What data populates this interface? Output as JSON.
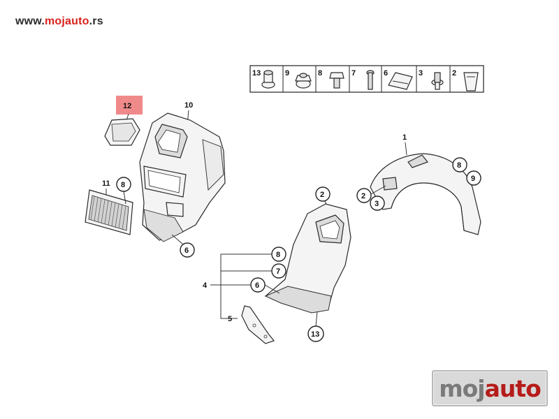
{
  "header": {
    "url_prefix": "www.",
    "url_brand": "mojauto",
    "url_suffix": ".rs"
  },
  "fastener_strip": [
    "13",
    "9",
    "8",
    "7",
    "6",
    "3",
    "2"
  ],
  "callouts": {
    "c12": "12",
    "c10": "10",
    "c11": "11",
    "c8a": "8",
    "c6a": "6",
    "c1": "1",
    "c8b": "8",
    "c9": "9",
    "c2a": "2",
    "c3": "3",
    "c2b": "2",
    "c8c": "8",
    "c7": "7",
    "c6b": "6",
    "c4": "4",
    "c5": "5",
    "c13": "13"
  },
  "watermark": {
    "left": "moj",
    "right": "auto"
  },
  "colors": {
    "brand_red": "#d8211c",
    "highlight": "#f08a8a",
    "watermark_red": "#b51c1a"
  }
}
